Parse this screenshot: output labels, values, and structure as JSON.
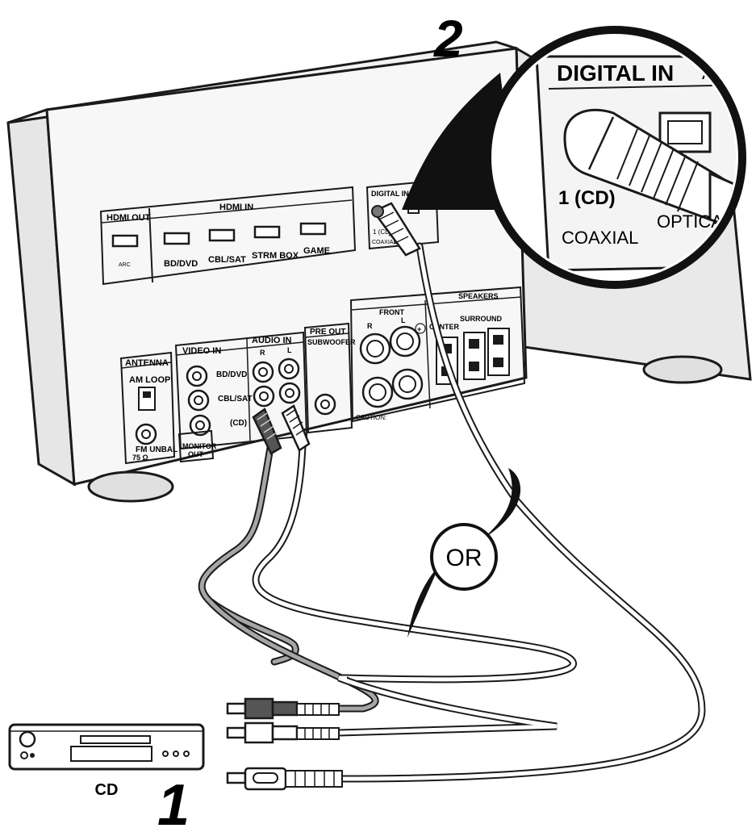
{
  "steps": {
    "one": "1",
    "two": "2"
  },
  "or_label": "OR",
  "device_label": "CD",
  "zoom": {
    "digital_in": "DIGITAL IN",
    "ass": "ASS",
    "cd": "1 (CD)",
    "coaxial": "COAXIAL",
    "optical": "OPTICAL"
  },
  "receiver": {
    "hdmi_out": "HDMI OUT",
    "hdmi_in": "HDMI IN",
    "arc": "ARC",
    "hdmi_ports": [
      "BD/DVD",
      "CBL/SAT",
      "STRM BOX",
      "GAME"
    ],
    "digital_in_small": "DIGITAL IN",
    "coaxial_small": "COAXIAL",
    "cd_small": "1 (CD)",
    "antenna": "ANTENNA",
    "am_loop": "AM LOOP",
    "fm_unbal": "FM UNBAL",
    "ohm": "75 Ω",
    "video_in": "VIDEO IN",
    "audio_in": "AUDIO IN",
    "r": "R",
    "l": "L",
    "bd_dvd": "BD/DVD",
    "cbl_sat": "CBL/SAT",
    "cd_paren": "(CD)",
    "monitor": "MONITOR",
    "out": "OUT",
    "pre_out": "PRE OUT",
    "subwoofer": "SUBWOOFER",
    "speakers": "SPEAKERS",
    "front": "FRONT",
    "center": "CENTER",
    "surround": "SURROUND",
    "caution": "CAUTION:",
    "plus": "+"
  },
  "colors": {
    "line": "#1a1a1a",
    "fill_light": "#efefef",
    "fill_mid": "#cfcfcf",
    "fill_dark": "#555555",
    "cable_grey": "#a6a6a6"
  }
}
